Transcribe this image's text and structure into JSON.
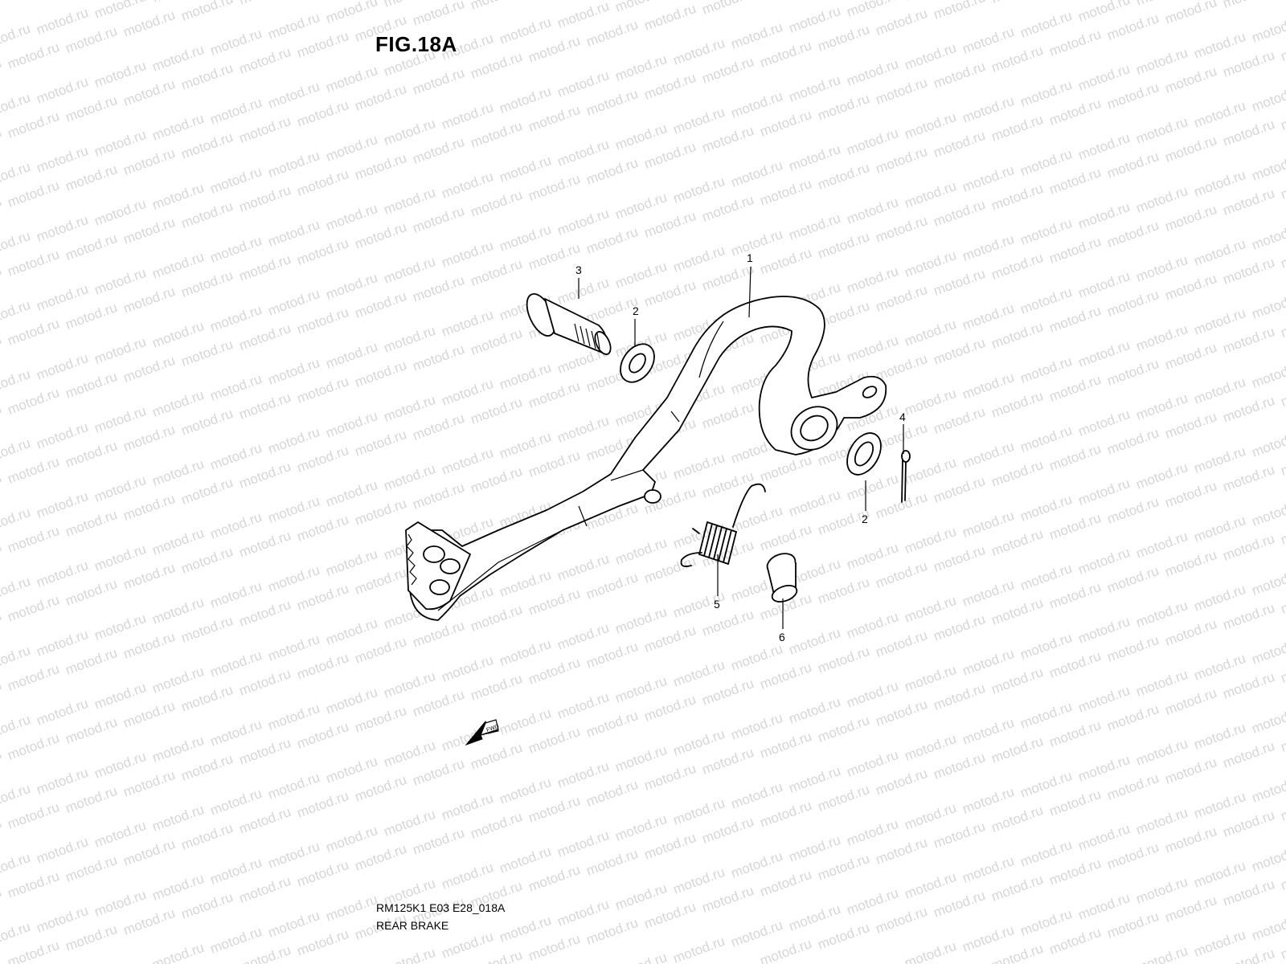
{
  "figure": {
    "title": "FIG.18A",
    "model_code": "RM125K1 E03 E28_018A",
    "section_name": "REAR BRAKE",
    "watermark_text": "motod.ru",
    "forward_label": "FWD"
  },
  "callouts": [
    {
      "id": "callout-1",
      "number": "1"
    },
    {
      "id": "callout-2-top",
      "number": "2"
    },
    {
      "id": "callout-3",
      "number": "3"
    },
    {
      "id": "callout-4",
      "number": "4"
    },
    {
      "id": "callout-2-bottom",
      "number": "2"
    },
    {
      "id": "callout-5",
      "number": "5"
    },
    {
      "id": "callout-6",
      "number": "6"
    }
  ]
}
